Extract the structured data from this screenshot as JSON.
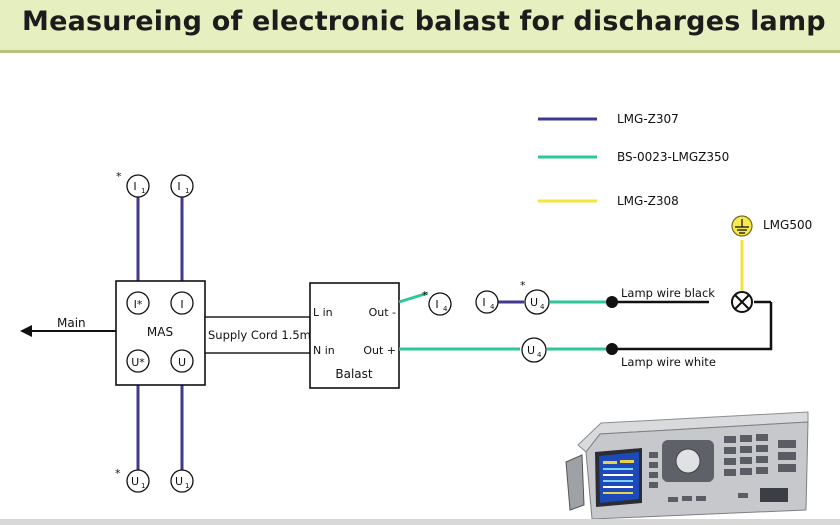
{
  "title": "Measureing of electronic balast for discharges lamp",
  "colors": {
    "lmg_z307": "#3f3a8f",
    "bs_0023": "#2fc69a",
    "lmg_z308": "#f2e63c",
    "title_bg": "#e6efbf"
  },
  "legend": [
    {
      "label": "LMG-Z307",
      "color": "#3f3a8f"
    },
    {
      "label": "BS-0023-LMGZ350",
      "color": "#2fc69a"
    },
    {
      "label": "LMG-Z308",
      "color": "#f2e63c"
    }
  ],
  "ground_label": "LMG500",
  "main_label": "Main",
  "mas": {
    "label": "MAS",
    "i_star": "I*",
    "i": "I",
    "u_star": "U*",
    "u": "U"
  },
  "supply_cord": "Supply Cord 1.5m",
  "balast": {
    "label": "Balast",
    "l_in": "L in",
    "n_in": "N in",
    "out_minus": "Out -",
    "out_plus": "Out +"
  },
  "probes": {
    "star": "*",
    "i": "I",
    "u": "U",
    "sub1": "1",
    "sub4": "4"
  },
  "lamp": {
    "black": "Lamp wire black",
    "white": "Lamp wire white"
  },
  "icons": {
    "ground": "ground-icon",
    "lamp": "lamp-icon",
    "arrow": "arrow-left-icon",
    "device": "lmg500-device"
  }
}
